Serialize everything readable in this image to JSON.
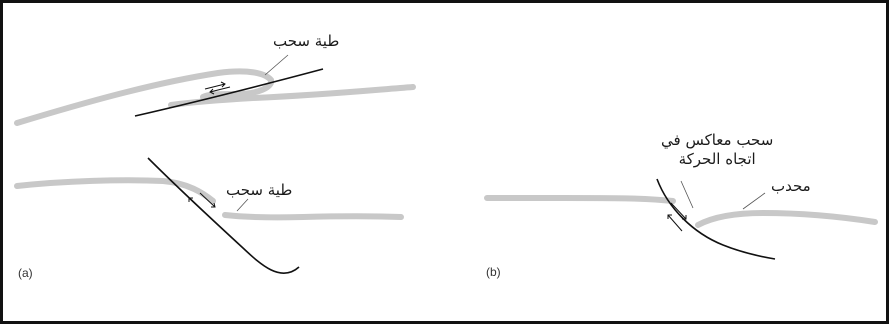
{
  "panels": {
    "a": {
      "letter": "(a)",
      "label_top": "طية سحب",
      "label_bottom": "طية سحب"
    },
    "b": {
      "letter": "(b)",
      "label_reverse": "سحب معاكس في\nاتجاه الحركة",
      "label_convex": "محدب"
    }
  },
  "colors": {
    "layer": "#c8c8c8",
    "fault": "#111111",
    "border": "#111111"
  }
}
